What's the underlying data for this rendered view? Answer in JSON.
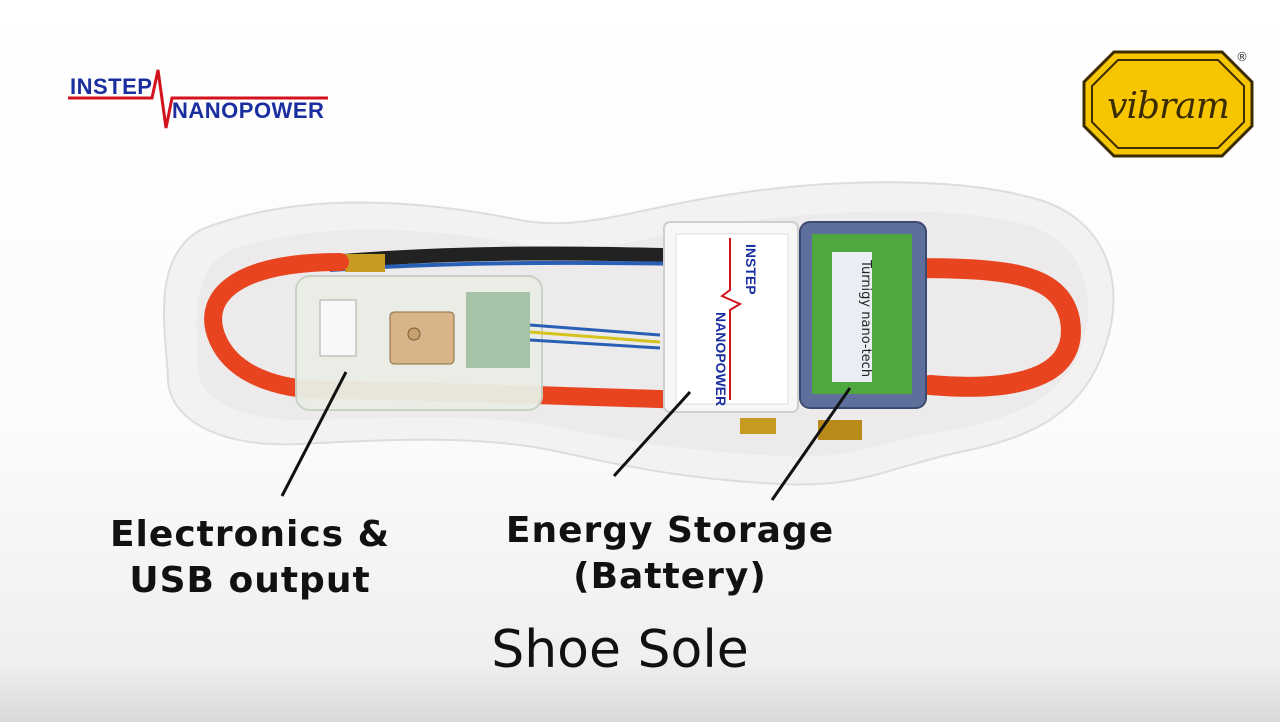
{
  "brand_left": {
    "line1": "INSTEP",
    "line2": "NANOPOWER"
  },
  "brand_right": {
    "word": "vibram",
    "reg": "®"
  },
  "module_sticker": {
    "line1": "INSTEP",
    "line2": "NANOPOWER"
  },
  "battery_label": "Turnigy nano-tech",
  "labels": {
    "electronics_line1": "Electronics &",
    "electronics_line2": "USB output",
    "energy_line1": "Energy Storage",
    "energy_line2": "(Battery)"
  },
  "caption": "Shoe Sole",
  "colors": {
    "instep_blue": "#1a2ea0",
    "instep_red": "#d3121d",
    "vibram_yellow": "#f7c600",
    "wire_red": "#e8441f"
  }
}
